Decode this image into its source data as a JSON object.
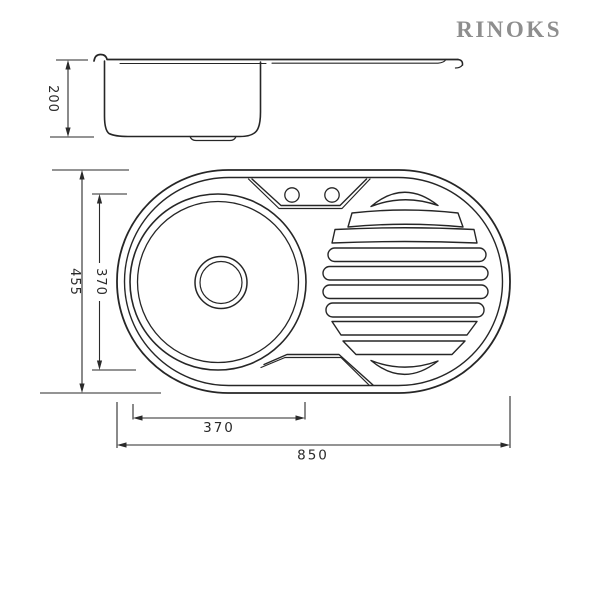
{
  "brand": {
    "logo_text": "RINOKS",
    "logo_color": "#8e8e8e"
  },
  "drawing": {
    "line_color": "#262626",
    "dim_color": "#2a2a2a",
    "background": "#ffffff"
  },
  "dims": {
    "depth": "200",
    "overall_width": "455",
    "bowl_height": "370",
    "bowl_width": "370",
    "overall_length": "850"
  }
}
